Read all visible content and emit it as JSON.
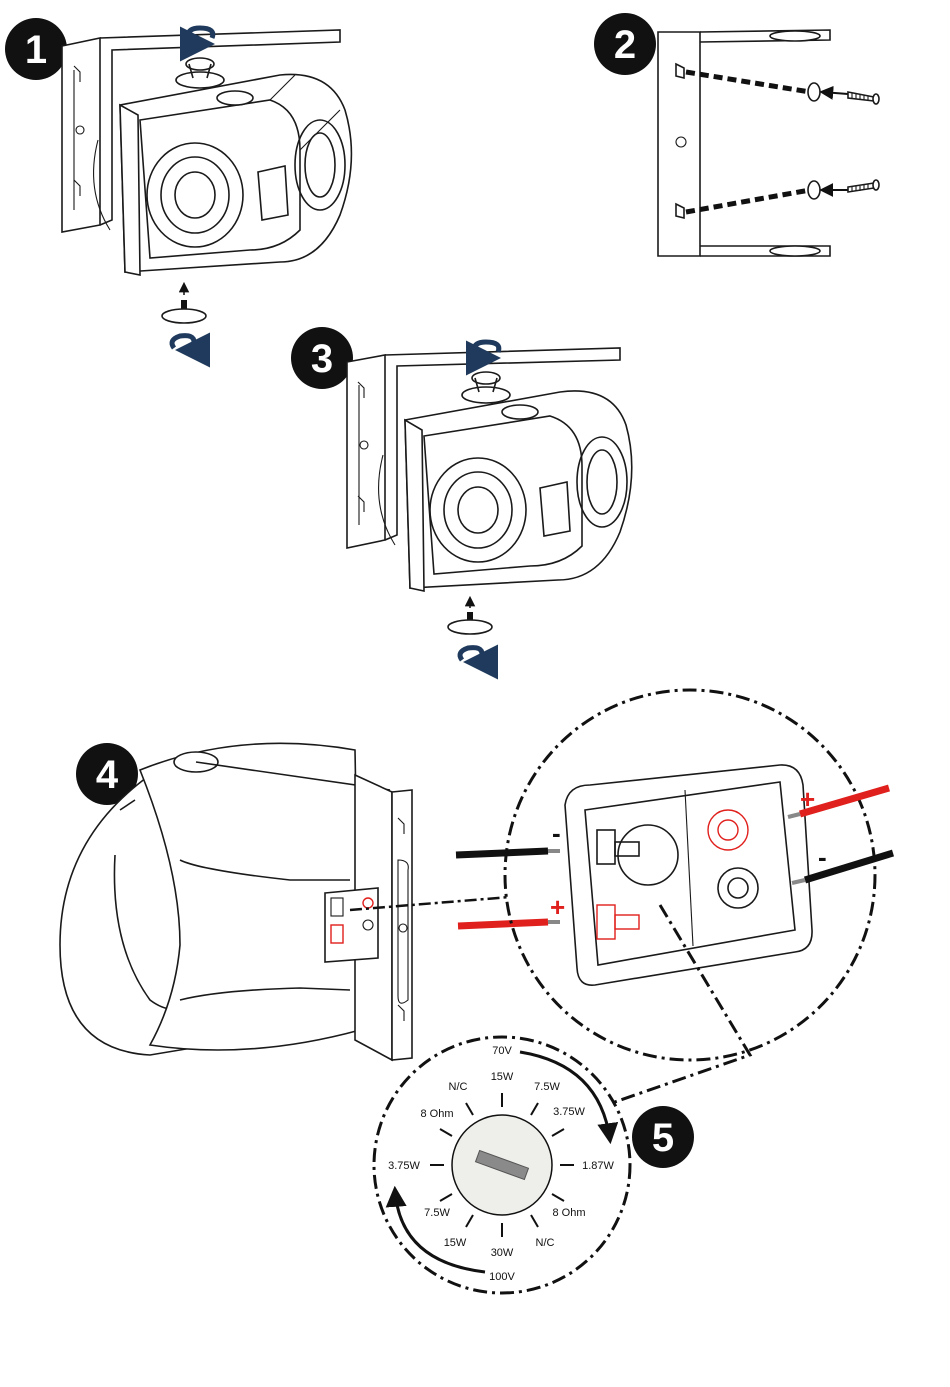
{
  "steps": [
    {
      "number": "1"
    },
    {
      "number": "2"
    },
    {
      "number": "3"
    },
    {
      "number": "4"
    },
    {
      "number": "5"
    }
  ],
  "wiring": {
    "left_negative": "-",
    "left_positive": "+",
    "right_positive": "+",
    "right_negative": "-",
    "colors": {
      "positive_wire": "#e0201c",
      "negative_wire": "#111111",
      "accent": "#e0201c",
      "rotation_arrow": "#1f3a5c"
    }
  },
  "tap_selector": {
    "labels": {
      "top": "70V",
      "bottom": "100V",
      "t15": "15W",
      "t7_5": "7.5W",
      "t3_75": "3.75W",
      "t1_87": "1.87W",
      "t8ohm_r": "8 Ohm",
      "tnc_r": "N/C",
      "t30": "30W",
      "t15_b": "15W",
      "t7_5_b": "7.5W",
      "t3_75_l": "3.75W",
      "t8ohm_l": "8 Ohm",
      "tnc_l": "N/C"
    }
  },
  "icons": [
    "rotate-arrow-icon",
    "screw-icon",
    "washer-icon",
    "wall-anchor-icon"
  ]
}
